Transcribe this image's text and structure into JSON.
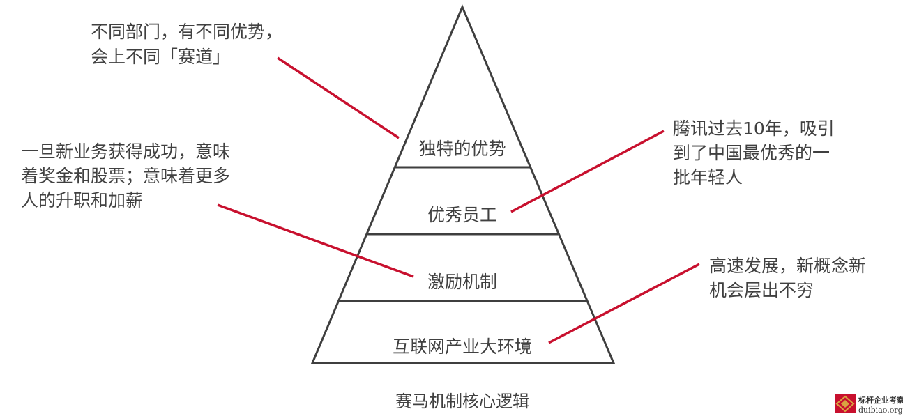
{
  "colors": {
    "text": "#404040",
    "outline": "#3f3f3f",
    "connector": "#c8102e",
    "logo_red": "#c8102e",
    "logo_gold": "#d9a441"
  },
  "pyramid": {
    "levels": [
      {
        "label": "独特的优势"
      },
      {
        "label": "优秀员工"
      },
      {
        "label": "激励机制"
      },
      {
        "label": "互联网产业大环境"
      }
    ]
  },
  "annotations": {
    "top_left": [
      "不同部门，有不同优势，",
      "会上不同「赛道」"
    ],
    "mid_left": [
      "一旦新业务获得成功，意味",
      "着奖金和股票；意味着更多",
      "人的升职和加薪"
    ],
    "top_right": [
      "腾讯过去10年，吸引",
      "到了中国最优秀的一",
      "批年轻人"
    ],
    "bottom_right": [
      "高速发展，新概念新",
      "机会层出不穷"
    ]
  },
  "caption": "赛马机制核心逻辑",
  "watermark": {
    "name": "标杆企业考察",
    "domain": "duibiao.org",
    "icon": "diamond-logo-icon"
  }
}
